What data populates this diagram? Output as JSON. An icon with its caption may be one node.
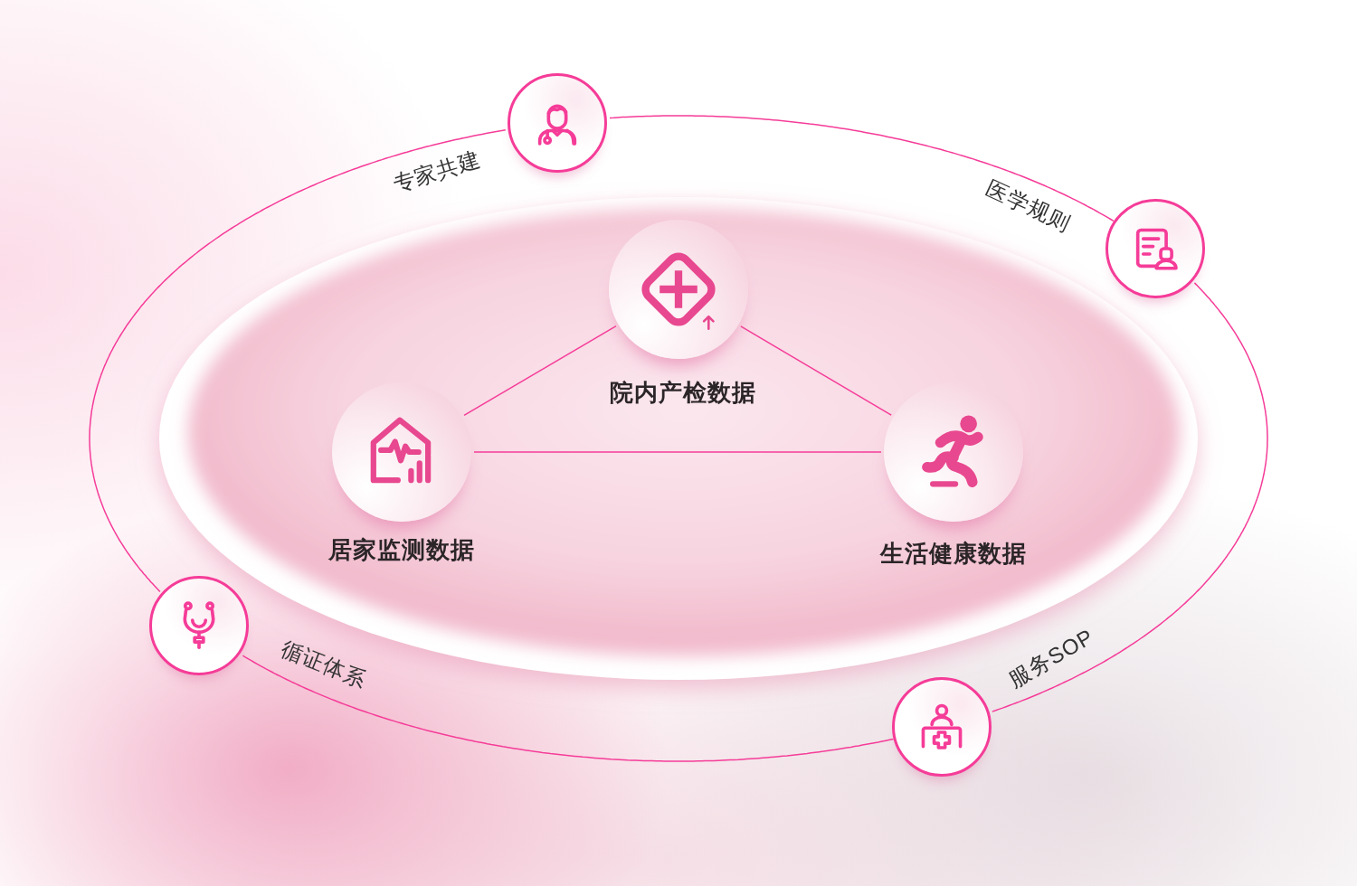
{
  "diagram": {
    "nodes": [
      {
        "text": [],
        "shape": "circle",
        "beside": [
          "专家共建"
        ]
      },
      {
        "text": [],
        "shape": "circle",
        "beside": [
          "医学规则"
        ]
      },
      {
        "text": [],
        "shape": "circle",
        "beside": [
          "院内产检数据"
        ]
      },
      {
        "text": [],
        "shape": "circle",
        "beside": [
          "居家监测数据"
        ]
      },
      {
        "text": [],
        "shape": "circle",
        "beside": [
          "生活健康数据"
        ]
      },
      {
        "text": [],
        "shape": "circle",
        "beside": [
          "循证体系"
        ]
      },
      {
        "text": [],
        "shape": "circle",
        "beside": [
          "服务SOP"
        ]
      }
    ],
    "edges": [
      {
        "from": 0,
        "to": 1,
        "arrow": "none"
      },
      {
        "from": 1,
        "to": 6,
        "arrow": "none"
      },
      {
        "from": 6,
        "to": 5,
        "arrow": "none"
      },
      {
        "from": 5,
        "to": 0,
        "arrow": "none"
      },
      {
        "from": 2,
        "to": 3,
        "arrow": "none"
      },
      {
        "from": 2,
        "to": 4,
        "arrow": "none"
      },
      {
        "from": 3,
        "to": 4,
        "arrow": "none"
      }
    ]
  }
}
